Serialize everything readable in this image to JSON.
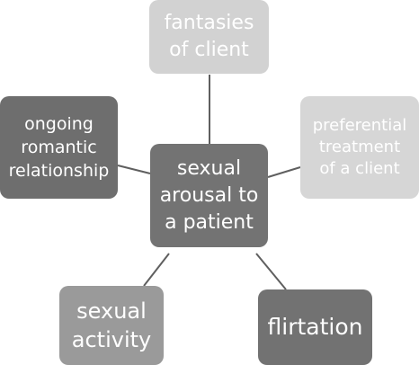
{
  "diagram": {
    "center": "sexual\narousal to\na patient",
    "nodes": {
      "fantasies": "fantasies\nof client",
      "ongoing": "ongoing\nromantic\nrelationship",
      "preferential": "preferential\ntreatment\nof a client",
      "sexual_activity": "sexual\nactivity",
      "flirtation": "flirtation"
    }
  }
}
